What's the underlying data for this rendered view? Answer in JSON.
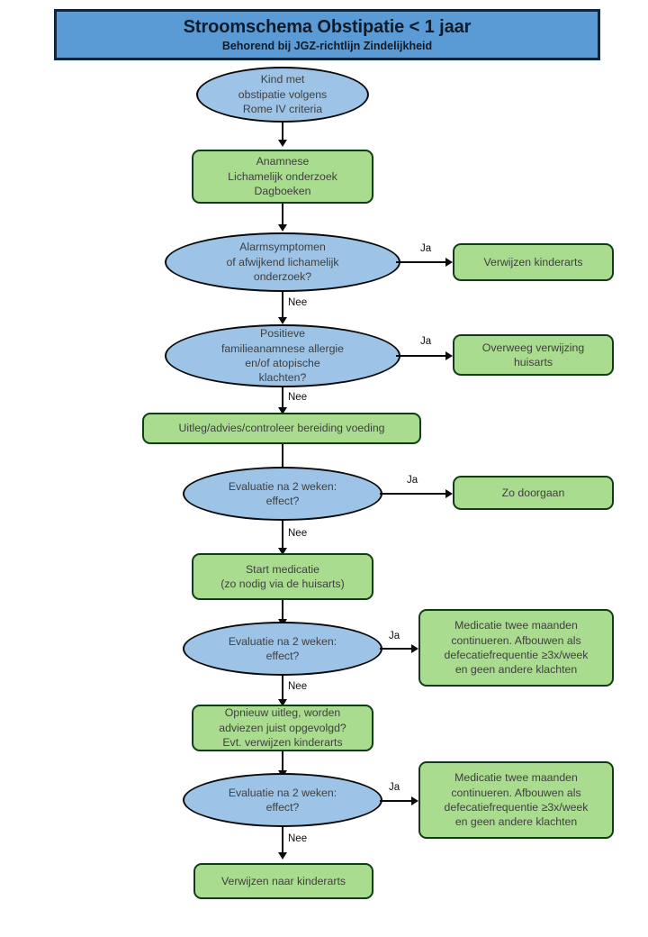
{
  "header": {
    "title": "Stroomschema Obstipatie < 1 jaar",
    "subtitle": "Behorend bij JGZ-richtlijn Zindelijkheid",
    "background_color": "#5b9bd5",
    "border_color": "#10253f"
  },
  "theme": {
    "decision_fill": "#9dc3e6",
    "decision_border": "#0b0b0b",
    "process_fill": "#a9dc8f",
    "process_border": "#0f3d14",
    "text_color": "#3f3f3f",
    "connector_color": "#0b0b0b"
  },
  "nodes": {
    "start": "Kind met\nobstipatie volgens\nRome IV criteria",
    "anamnese": "Anamnese\nLichamelijk onderzoek\nDagboeken",
    "alarm_decision": "Alarmsymptomen\nof afwijkend lichamelijk\nonderzoek?",
    "verwijzen_kinderarts_1": "Verwijzen kinderarts",
    "allergie_decision": "Positieve\nfamilieanamnese allergie\nen/of atopische\nklachten?",
    "overweeg_huisarts": "Overweeg verwijzing\nhuisarts",
    "uitleg_voeding": "Uitleg/advies/controleer bereiding voeding",
    "evaluatie_1": "Evaluatie na 2 weken:\neffect?",
    "zo_doorgaan": "Zo doorgaan",
    "start_medicatie": "Start medicatie\n(zo nodig via de huisarts)",
    "evaluatie_2": "Evaluatie na 2 weken:\neffect?",
    "medicatie_continueren_1": "Medicatie twee maanden\ncontinueren. Afbouwen als\ndefecatiefrequentie ≥3x/week\nen geen andere klachten",
    "opnieuw_uitleg": "Opnieuw uitleg, worden\nadviezen juist opgevolgd?\nEvt. verwijzen kinderarts",
    "evaluatie_3": "Evaluatie na 2 weken:\neffect?",
    "medicatie_continueren_2": "Medicatie twee maanden\ncontinueren. Afbouwen als\ndefecatiefrequentie ≥3x/week\nen geen andere klachten",
    "verwijzen_naar_kinderarts": "Verwijzen naar kinderarts"
  },
  "edge_labels": {
    "ja_alarm": "Ja",
    "nee_alarm": "Nee",
    "ja_allergie": "Ja",
    "nee_allergie": "Nee",
    "ja_evaluatie_1": "Ja",
    "nee_evaluatie_1": "Nee",
    "ja_evaluatie_2": "Ja",
    "nee_evaluatie_2": "Nee",
    "ja_evaluatie_3": "Ja",
    "nee_evaluatie_3": "Nee"
  }
}
